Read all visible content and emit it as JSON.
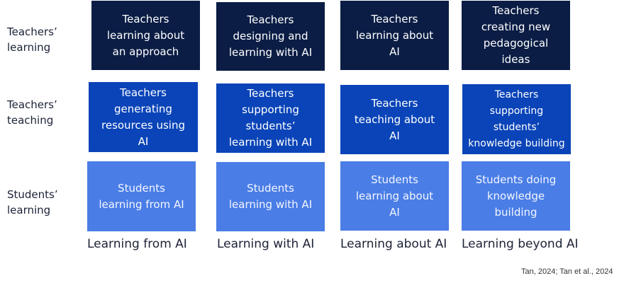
{
  "colors": {
    "teachers_learning": "#0b1d45",
    "teachers_teaching": "#0a44b8",
    "students_learning": "#4a7de6",
    "label_text": "#1c2237"
  },
  "rows": [
    {
      "label": "Teachers’\nlearning"
    },
    {
      "label": "Teachers’\nteaching"
    },
    {
      "label": "Students’\nlearning"
    }
  ],
  "columns": [
    {
      "label": "Learning from AI"
    },
    {
      "label": "Learning with AI"
    },
    {
      "label": "Learning about AI"
    },
    {
      "label": "Learning beyond AI"
    }
  ],
  "cells": {
    "teachers_learning": [
      "Teachers\nlearning about\nan approach",
      "Teachers\ndesigning and\nlearning with AI",
      "Teachers\nlearning about\nAI",
      "Teachers\ncreating new\npedagogical\nideas"
    ],
    "teachers_teaching": [
      "Teachers\ngenerating\nresources using\nAI",
      "Teachers\nsupporting\nstudents’\nlearning with AI",
      "Teachers\nteaching about\nAI",
      "Teachers\nsupporting\nstudents’\nknowledge building"
    ],
    "students_learning": [
      "Students\nlearning from AI",
      "Students\nlearning with AI",
      "Students\nlearning about\nAI",
      "Students doing\nknowledge\nbuilding"
    ]
  },
  "citation": "Tan, 2024; Tan et al., 2024"
}
